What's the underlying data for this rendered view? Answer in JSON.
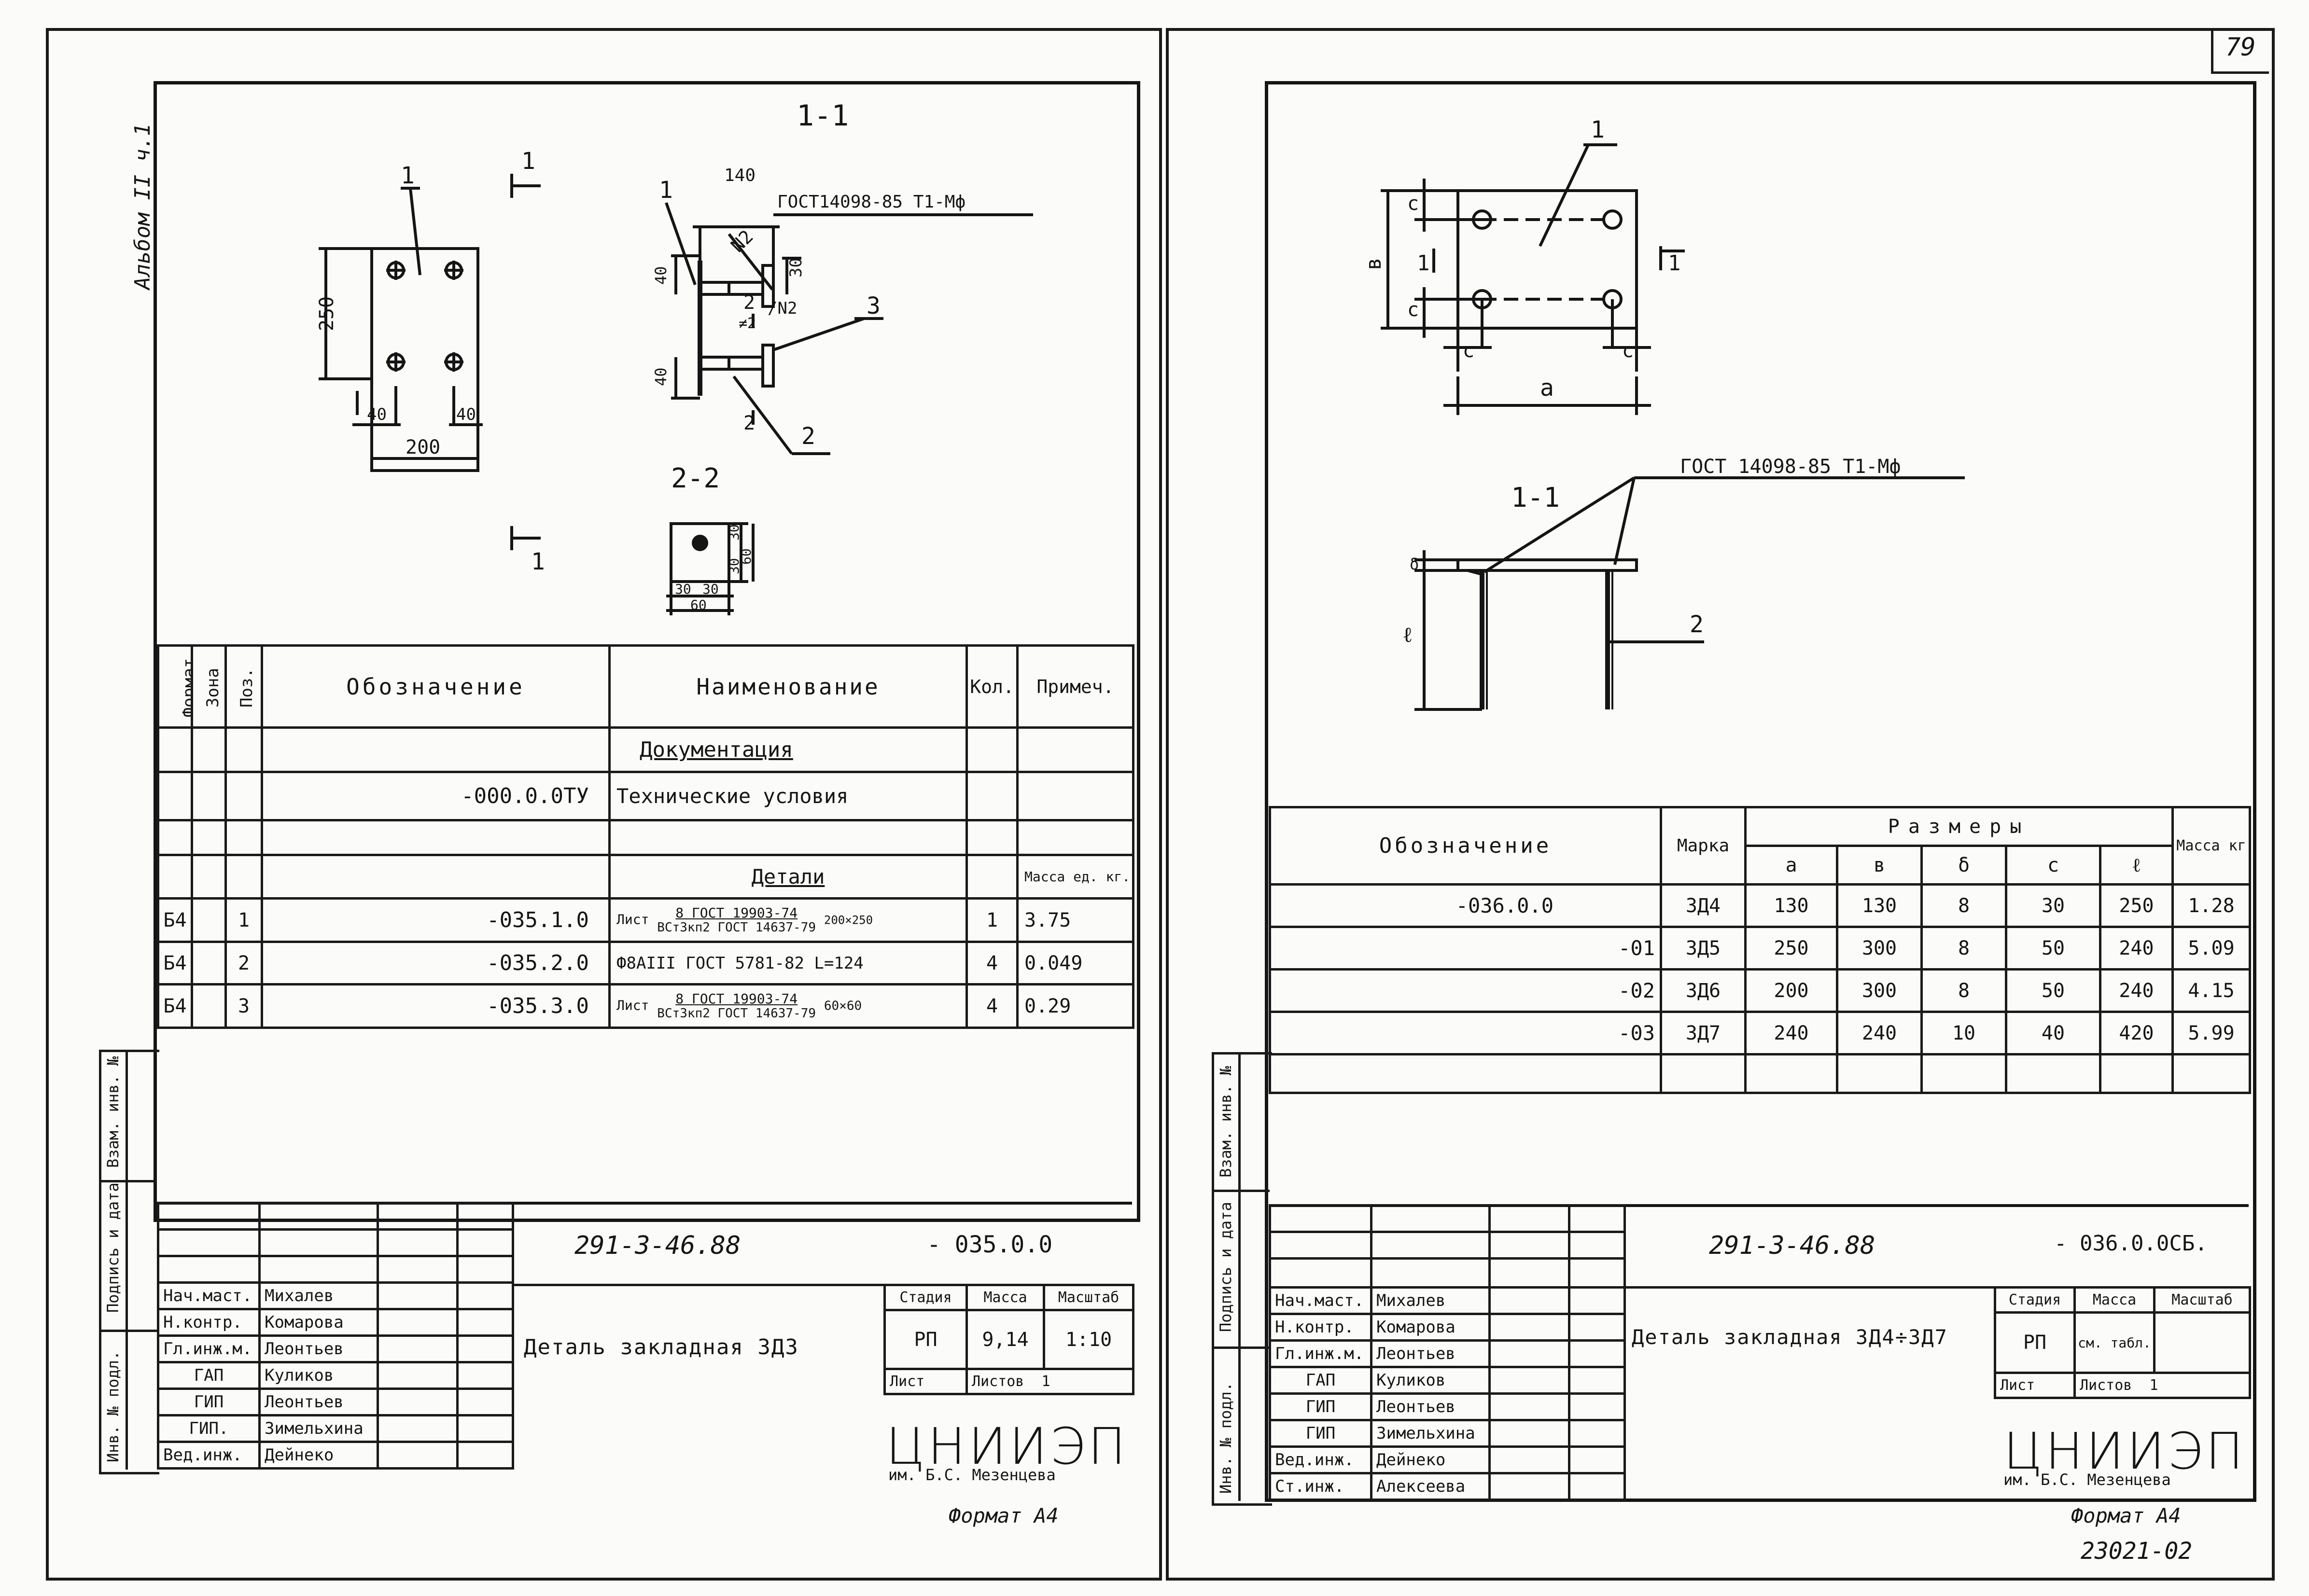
{
  "page_number": "79",
  "stamp_code": "23021-02",
  "left": {
    "album": "Альбом II ч.1",
    "drawing": {
      "plan_dims": {
        "h": "250",
        "c1": "40",
        "c2": "40",
        "w": "200"
      },
      "section_1_title": "1-1",
      "section_1_dims": {
        "d140": "140",
        "d30": "30",
        "d40a": "40",
        "d40b": "40",
        "n2": "N2",
        "k2": "2",
        "n2b": "/N2",
        "p2": "≠2"
      },
      "weld_note": "ГОСТ14098-85 Т1-Мф",
      "callouts": {
        "p1": "1",
        "p1s": "1",
        "p2": "2",
        "p3": "3",
        "cut1": "1",
        "cut1b": "1",
        "cut2": "2",
        "cut2b": "2"
      },
      "section_2_title": "2-2",
      "section_2_dims": {
        "a30": "30",
        "b30": "30",
        "h60": "60",
        "w30a": "30",
        "w30b": "30",
        "w60": "60"
      }
    },
    "spec": {
      "headers": {
        "format": "Формат",
        "zone": "Зона",
        "pos": "Поз.",
        "designation": "Обозначение",
        "name": "Наименование",
        "qty": "Кол.",
        "note": "Примеч."
      },
      "section_docs": "Документация",
      "doc_designation": "-000.0.0ТУ",
      "doc_name": "Технические условия",
      "section_parts": "Детали",
      "mass_header": "Масса ед. кг.",
      "rows": [
        {
          "format": "Б4",
          "pos": "1",
          "designation": "-035.1.0",
          "prefix": "Лист",
          "name_top": "8 ГОСТ 19903-74",
          "name_bot": "ВСт3кп2 ГОСТ 14637-79",
          "size": "200×250",
          "qty": "1",
          "mass": "3.75"
        },
        {
          "format": "Б4",
          "pos": "2",
          "designation": "-035.2.0",
          "name": "Ф8АIII ГОСТ 5781-82  L=124",
          "qty": "4",
          "mass": "0.049"
        },
        {
          "format": "Б4",
          "pos": "3",
          "designation": "-035.3.0",
          "prefix": "Лист",
          "name_top": "8 ГОСТ 19903-74",
          "name_bot": "ВСт3кп2 ГОСТ 14637-79",
          "size": "60×60",
          "qty": "4",
          "mass": "0.29"
        }
      ]
    },
    "side_labels": [
      "Взам. инв. №",
      "Подпись и дата",
      "Инв. № подл."
    ],
    "title_block": {
      "code": "291-3-46.88",
      "suffix": "- 035.0.0",
      "title": "Деталь закладная 3Д3",
      "stage_h": "Стадия",
      "mass_h": "Масса",
      "scale_h": "Масштаб",
      "stage": "РП",
      "mass": "9,14",
      "scale": "1:10",
      "sheet_h": "Лист",
      "sheets_h": "Листов",
      "sheets": "1",
      "org": "ЦНИИЭП",
      "org_sub": "им. Б.С. Мезенцева",
      "people": [
        {
          "role": "Нач.маст.",
          "name": "Михалев"
        },
        {
          "role": "Н.контр.",
          "name": "Комарова"
        },
        {
          "role": "Гл.инж.м.",
          "name": "Леонтьев"
        },
        {
          "role": "ГАП",
          "name": "Куликов"
        },
        {
          "role": "ГИП",
          "name": "Леонтьев"
        },
        {
          "role": "ГИП.",
          "name": "Зимельхина"
        },
        {
          "role": "Вед.инж.",
          "name": "Дейнеко"
        }
      ]
    },
    "format": "Формат А4"
  },
  "right": {
    "drawing": {
      "callout_1": "1",
      "dim_c": "c",
      "dim_v": "в",
      "dim_a": "a",
      "cut": "1",
      "section_title": "1-1",
      "weld_note": "ГОСТ 14098-85 Т1-Мф",
      "dim_delta": "δ",
      "dim_l": "ℓ",
      "callout_2": "2"
    },
    "table": {
      "h_designation": "Обозначение",
      "h_mark": "Марка",
      "h_sizes": "Размеры",
      "h_mass": "Масса кг",
      "size_cols": [
        "a",
        "в",
        "δ",
        "c",
        "ℓ"
      ],
      "rows": [
        {
          "designation": "-036.0.0",
          "mark": "3Д4",
          "a": "130",
          "v": "130",
          "d": "8",
          "c": "30",
          "l": "250",
          "mass": "1.28"
        },
        {
          "designation": "-01",
          "mark": "3Д5",
          "a": "250",
          "v": "300",
          "d": "8",
          "c": "50",
          "l": "240",
          "mass": "5.09"
        },
        {
          "designation": "-02",
          "mark": "3Д6",
          "a": "200",
          "v": "300",
          "d": "8",
          "c": "50",
          "l": "240",
          "mass": "4.15"
        },
        {
          "designation": "-03",
          "mark": "3Д7",
          "a": "240",
          "v": "240",
          "d": "10",
          "c": "40",
          "l": "420",
          "mass": "5.99"
        }
      ]
    },
    "side_labels": [
      "Взам. инв. №",
      "Подпись и дата",
      "Инв. № подл."
    ],
    "title_block": {
      "code": "291-3-46.88",
      "suffix": "- 036.0.0СБ.",
      "title": "Деталь закладная 3Д4÷3Д7",
      "stage_h": "Стадия",
      "mass_h": "Масса",
      "scale_h": "Масштаб",
      "stage": "РП",
      "mass": "см. табл.",
      "sheet_h": "Лист",
      "sheets_h": "Листов",
      "sheets": "1",
      "org": "ЦНИИЭП",
      "org_sub": "им. Б.С. Мезенцева",
      "people": [
        {
          "role": "Нач.маст.",
          "name": "Михалев"
        },
        {
          "role": "Н.контр.",
          "name": "Комарова"
        },
        {
          "role": "Гл.инж.м.",
          "name": "Леонтьев"
        },
        {
          "role": "ГАП",
          "name": "Куликов"
        },
        {
          "role": "ГИП",
          "name": "Леонтьев"
        },
        {
          "role": "ГИП",
          "name": "Зимельхина"
        },
        {
          "role": "Вед.инж.",
          "name": "Дейнеко"
        },
        {
          "role": "Ст.инж.",
          "name": "Алексеева"
        }
      ]
    },
    "format": "Формат А4"
  }
}
